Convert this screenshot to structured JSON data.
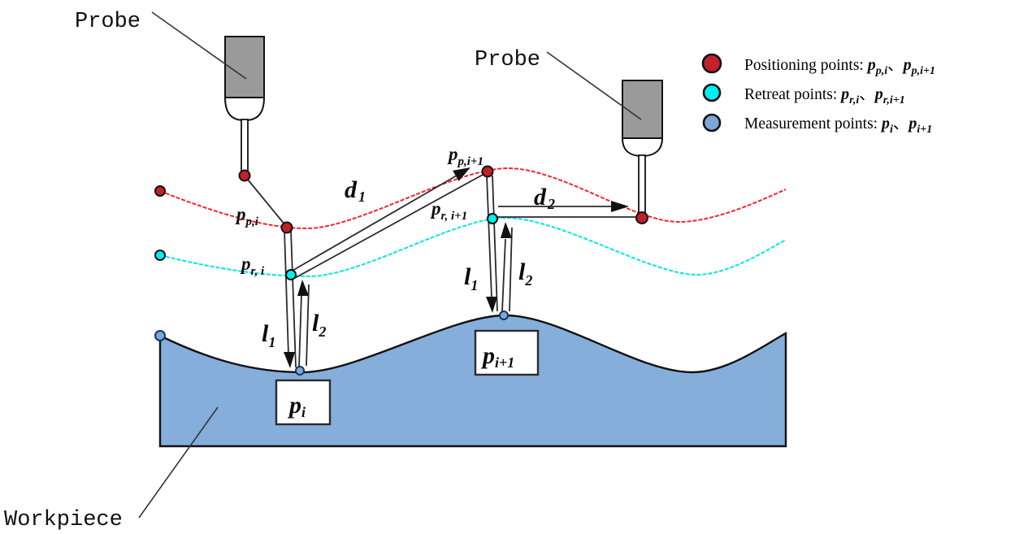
{
  "colors": {
    "positioning": "#c2202c",
    "retreat": "#00efef",
    "measurement": "#7da7d8",
    "workpiece_fill": "#85aedb",
    "probe_body": "#9a9a9a",
    "curve_red": "#f8232b",
    "curve_cyan": "#00e6e6"
  },
  "labels": {
    "probe1": "Probe",
    "probe2": "Probe",
    "workpiece": "Workpiece",
    "d1": {
      "main": "d",
      "sub": "1"
    },
    "d2": {
      "main": "d",
      "sub": "2"
    },
    "l1_left": {
      "main": "l",
      "sub": "1"
    },
    "l2_left": {
      "main": "l",
      "sub": "2"
    },
    "l1_right": {
      "main": "l",
      "sub": "1"
    },
    "l2_right": {
      "main": "l",
      "sub": "2"
    },
    "p_pi": {
      "main": "p",
      "sub": "p,i"
    },
    "p_ri": {
      "main": "p",
      "sub": "r, i"
    },
    "p_pi1": {
      "main": "p",
      "sub": "p,i+1"
    },
    "p_ri1": {
      "main": "p",
      "sub": "r, i+1"
    },
    "p_i_box": {
      "main": "p",
      "sub": "i"
    },
    "p_i1_box": {
      "main": "p",
      "sub": "i+1"
    }
  },
  "legend": {
    "rows": [
      {
        "label": "Positioning points: ",
        "p1_main": "p",
        "p1_sub": "p,i",
        "sep": "、",
        "p2_main": "p",
        "p2_sub": "p,i+1",
        "marker_color": "#c2202c"
      },
      {
        "label": "Retreat points: ",
        "p1_main": "p",
        "p1_sub": "r,i",
        "sep": "、",
        "p2_main": "p",
        "p2_sub": "r,i+1",
        "marker_color": "#00efef"
      },
      {
        "label": "Measurement points: ",
        "p1_main": "p",
        "p1_sub": "i",
        "sep": "、",
        "p2_main": "p",
        "p2_sub": "i+1",
        "marker_color": "#7da7d8"
      }
    ]
  }
}
